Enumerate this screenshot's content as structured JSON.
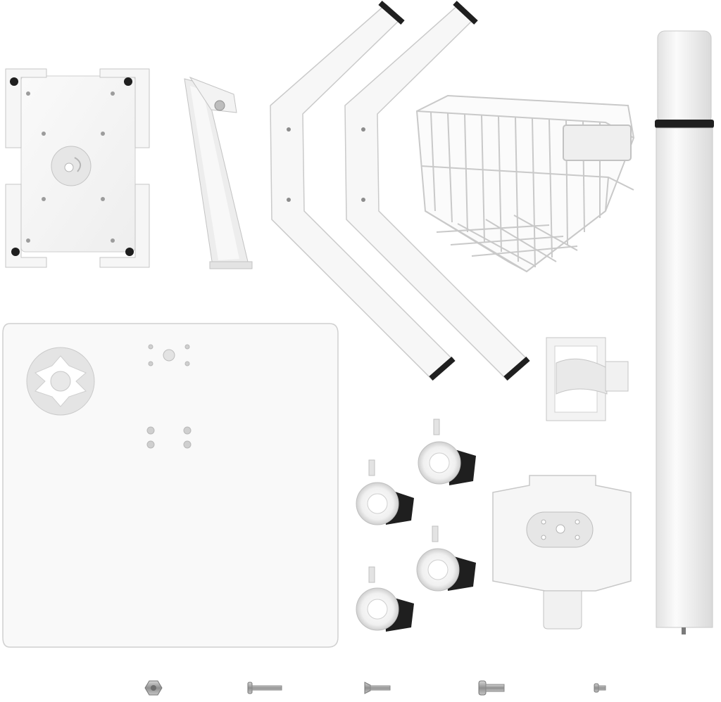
{
  "scene": {
    "parts": [
      {
        "name": "tablet-enclosure-frame"
      },
      {
        "name": "tilt-bracket-arm"
      },
      {
        "name": "angled-base-leg-left"
      },
      {
        "name": "angled-base-leg-right"
      },
      {
        "name": "wire-storage-basket"
      },
      {
        "name": "vertical-support-pole"
      },
      {
        "name": "tray-mounting-plate"
      },
      {
        "name": "basket-pole-clamp"
      },
      {
        "name": "caster-wheels"
      },
      {
        "name": "pole-mount-plate"
      },
      {
        "name": "hardware-screws"
      }
    ],
    "colors": {
      "background": "#ffffff",
      "metal": "#f4f4f4",
      "edge": "#c9c9c9",
      "shade": "#d8d8d8",
      "dark": "#1f1f1f",
      "screw": "#9a9a9a"
    }
  }
}
